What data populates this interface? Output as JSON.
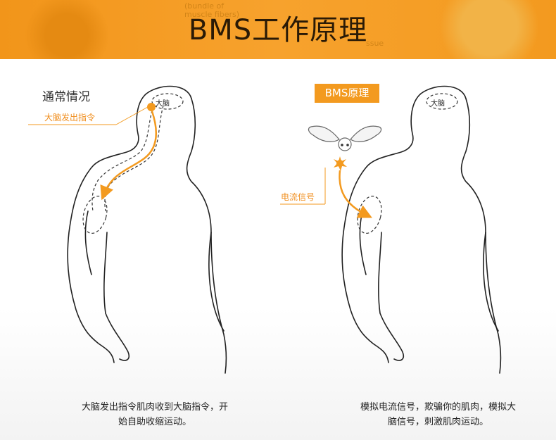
{
  "banner": {
    "title": "BMS工作原理",
    "faint_1": "(bundle of",
    "faint_2": "muscle fibers)",
    "faint_3": "ssue"
  },
  "left": {
    "title": "通常情况",
    "callout": "大脑发出指令",
    "brain_label": "大脑",
    "caption_1": "大脑发出指令肌肉收到大脑指令，开",
    "caption_2": "始自助收缩运动。"
  },
  "right": {
    "badge": "BMS原理",
    "callout": "电流信号",
    "brain_label": "大脑",
    "caption_1": "模拟电流信号，欺骗你的肌肉，模拟大",
    "caption_2": "脑信号，刺激肌肉运动。"
  },
  "colors": {
    "accent": "#f39a1f",
    "outline": "#222222"
  }
}
